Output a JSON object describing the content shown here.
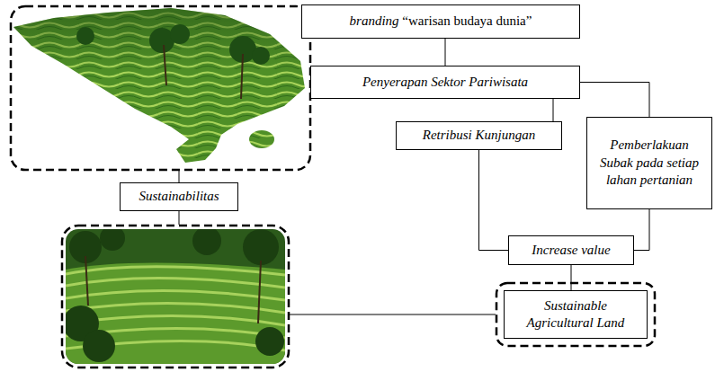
{
  "diagram": {
    "nodes": [
      {
        "text": [
          "branding “warisan budaya dunia”"
        ]
      },
      {
        "text": [
          "Penyerapan Sektor Pariwisata"
        ]
      },
      {
        "text": [
          "Retribusi Kunjungan"
        ]
      },
      {
        "text": [
          "Pemberlakuan Subak pada setiap lahan pertanian"
        ]
      },
      {
        "text": [
          "Sustainabilitas"
        ]
      },
      {
        "text": [
          "Increase value"
        ]
      },
      {
        "text": [
          "Sustainable Agricultural Land"
        ]
      }
    ],
    "edges": [
      {
        "from": 0,
        "to": 1,
        "arrow": "none"
      },
      {
        "from": 1,
        "to": 2,
        "arrow": "none"
      },
      {
        "from": 1,
        "to": 3,
        "arrow": "none"
      },
      {
        "from": 2,
        "to": 5,
        "arrow": "none"
      },
      {
        "from": 3,
        "to": 5,
        "arrow": "none"
      },
      {
        "from": 5,
        "to": 6,
        "arrow": "none"
      }
    ]
  }
}
